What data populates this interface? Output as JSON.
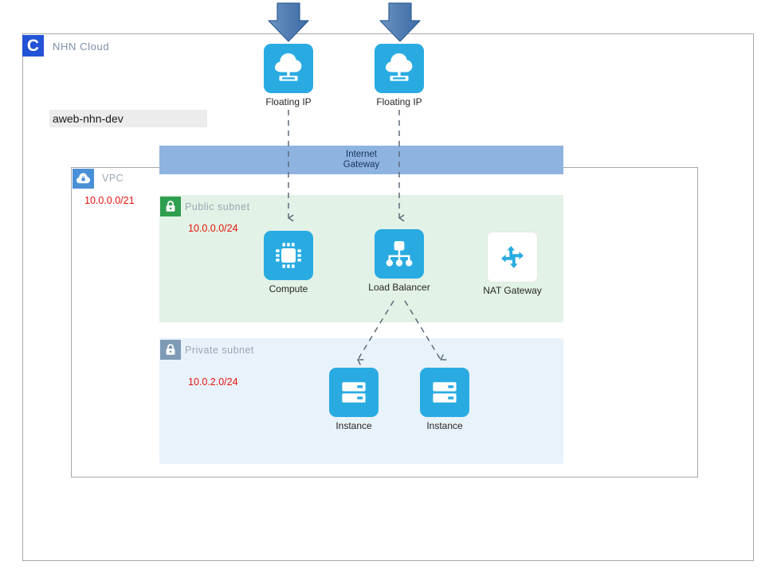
{
  "frame": {
    "logo_text": "C",
    "title": "NHN Cloud"
  },
  "project": {
    "name": "aweb-nhn-dev"
  },
  "vpc": {
    "icon": "cloud-lock-icon",
    "label": "VPC",
    "cidr": "10.0.0.0/21"
  },
  "internet_gateway": {
    "label_line1": "Internet",
    "label_line2": "Gateway",
    "color": "#8fb3e0"
  },
  "subnets": [
    {
      "id": "public",
      "icon": "lock-icon",
      "label": "Public subnet",
      "cidr": "10.0.0.0/24",
      "background": "#e2f2e6",
      "badge_color": "#2e9e4f"
    },
    {
      "id": "private",
      "icon": "lock-icon",
      "label": "Private subnet",
      "cidr": "10.0.2.0/24",
      "background": "#e8f2fb",
      "badge_color": "#7e9ab5"
    }
  ],
  "nodes": {
    "floating_ip_left": {
      "label": "Floating IP",
      "icon": "cloud-network-icon"
    },
    "floating_ip_right": {
      "label": "Floating IP",
      "icon": "cloud-network-icon"
    },
    "compute": {
      "label": "Compute",
      "icon": "cpu-chip-icon"
    },
    "load_balancer": {
      "label": "Load Balancer",
      "icon": "load-balancer-tree-icon"
    },
    "nat_gateway": {
      "label": "NAT Gateway",
      "icon": "nat-arrows-icon"
    },
    "instance_left": {
      "label": "Instance",
      "icon": "server-rack-icon"
    },
    "instance_right": {
      "label": "Instance",
      "icon": "server-rack-icon"
    }
  },
  "colors": {
    "accent_cyan": "#29abe2",
    "logo_blue": "#2353d6",
    "cidr_red": "#e8140c",
    "arrow_blue": "#4472a8",
    "wire_gray": "#5e6b7a",
    "frame_gray": "#a6a6a6"
  }
}
